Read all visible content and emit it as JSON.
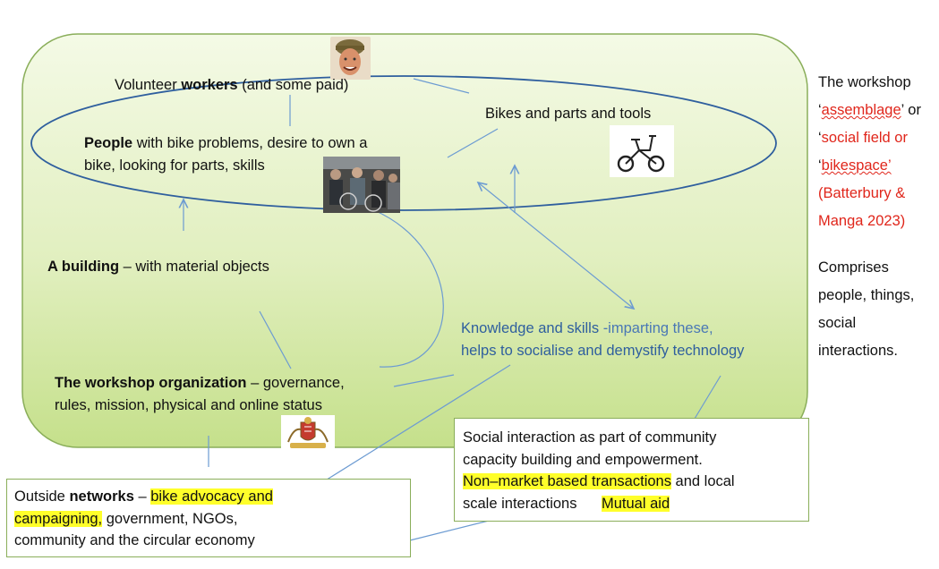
{
  "nodes": {
    "volunteer": {
      "pre": "Volunteer ",
      "bold": "workers",
      "post": " (and some paid)"
    },
    "bikes": "Bikes and parts and tools",
    "people": {
      "bold": "People",
      "line1": " with bike problems, desire to own a",
      "line2": "bike, looking for parts, skills"
    },
    "building": {
      "bold": "A building",
      "post": " – with material objects"
    },
    "knowledge": {
      "line1_pre": "Knowledge and skills ",
      "line1_blue": "-imparting these,",
      "line2": "helps to socialise and demystify technology"
    },
    "organization": {
      "bold": "The workshop organization",
      "line1": " – governance,",
      "line2": "rules, mission,  physical and online status"
    },
    "social": {
      "line1": "Social interaction as part of community",
      "line2": "capacity building and empowerment.",
      "line3_hl": "Non–market based transactions",
      "line3_post": " and local",
      "line4_pre": "scale interactions      ",
      "line4_hl": "Mutual aid"
    },
    "networks": {
      "pre": "Outside ",
      "bold": "networks",
      "mid": " – ",
      "hl1": "bike  advocacy and",
      "hl2": "campaigning,",
      "line2_post": " government, NGOs,",
      "line3": "community and the circular economy"
    }
  },
  "sidebar": {
    "l1": "The workshop",
    "l2_q1": "‘",
    "l2_red": "assemblage",
    "l2_q2": "’ or",
    "l3_q": "‘",
    "l3_red": "social field or",
    "l4_q": "‘",
    "l4_red": "bikespace’",
    "l5": "(Batterbury &",
    "l6": "Manga 2023)",
    "l7": "Comprises",
    "l8": "people, things,",
    "l9": "social",
    "l10": "interactions."
  },
  "images": {
    "portrait": "person-photo",
    "bike": "folding-bike-icon",
    "crowd": "workshop-photo",
    "emblem": "coat-of-arms-emblem"
  },
  "colors": {
    "panel_fill_top": "#f4fae6",
    "panel_fill_bottom": "#c5e08b",
    "panel_border": "#8aae5a",
    "ellipse": "#2f5f9e",
    "connector": "#6c9bd2",
    "highlight": "#ffff2a",
    "red_text": "#e0261b"
  }
}
